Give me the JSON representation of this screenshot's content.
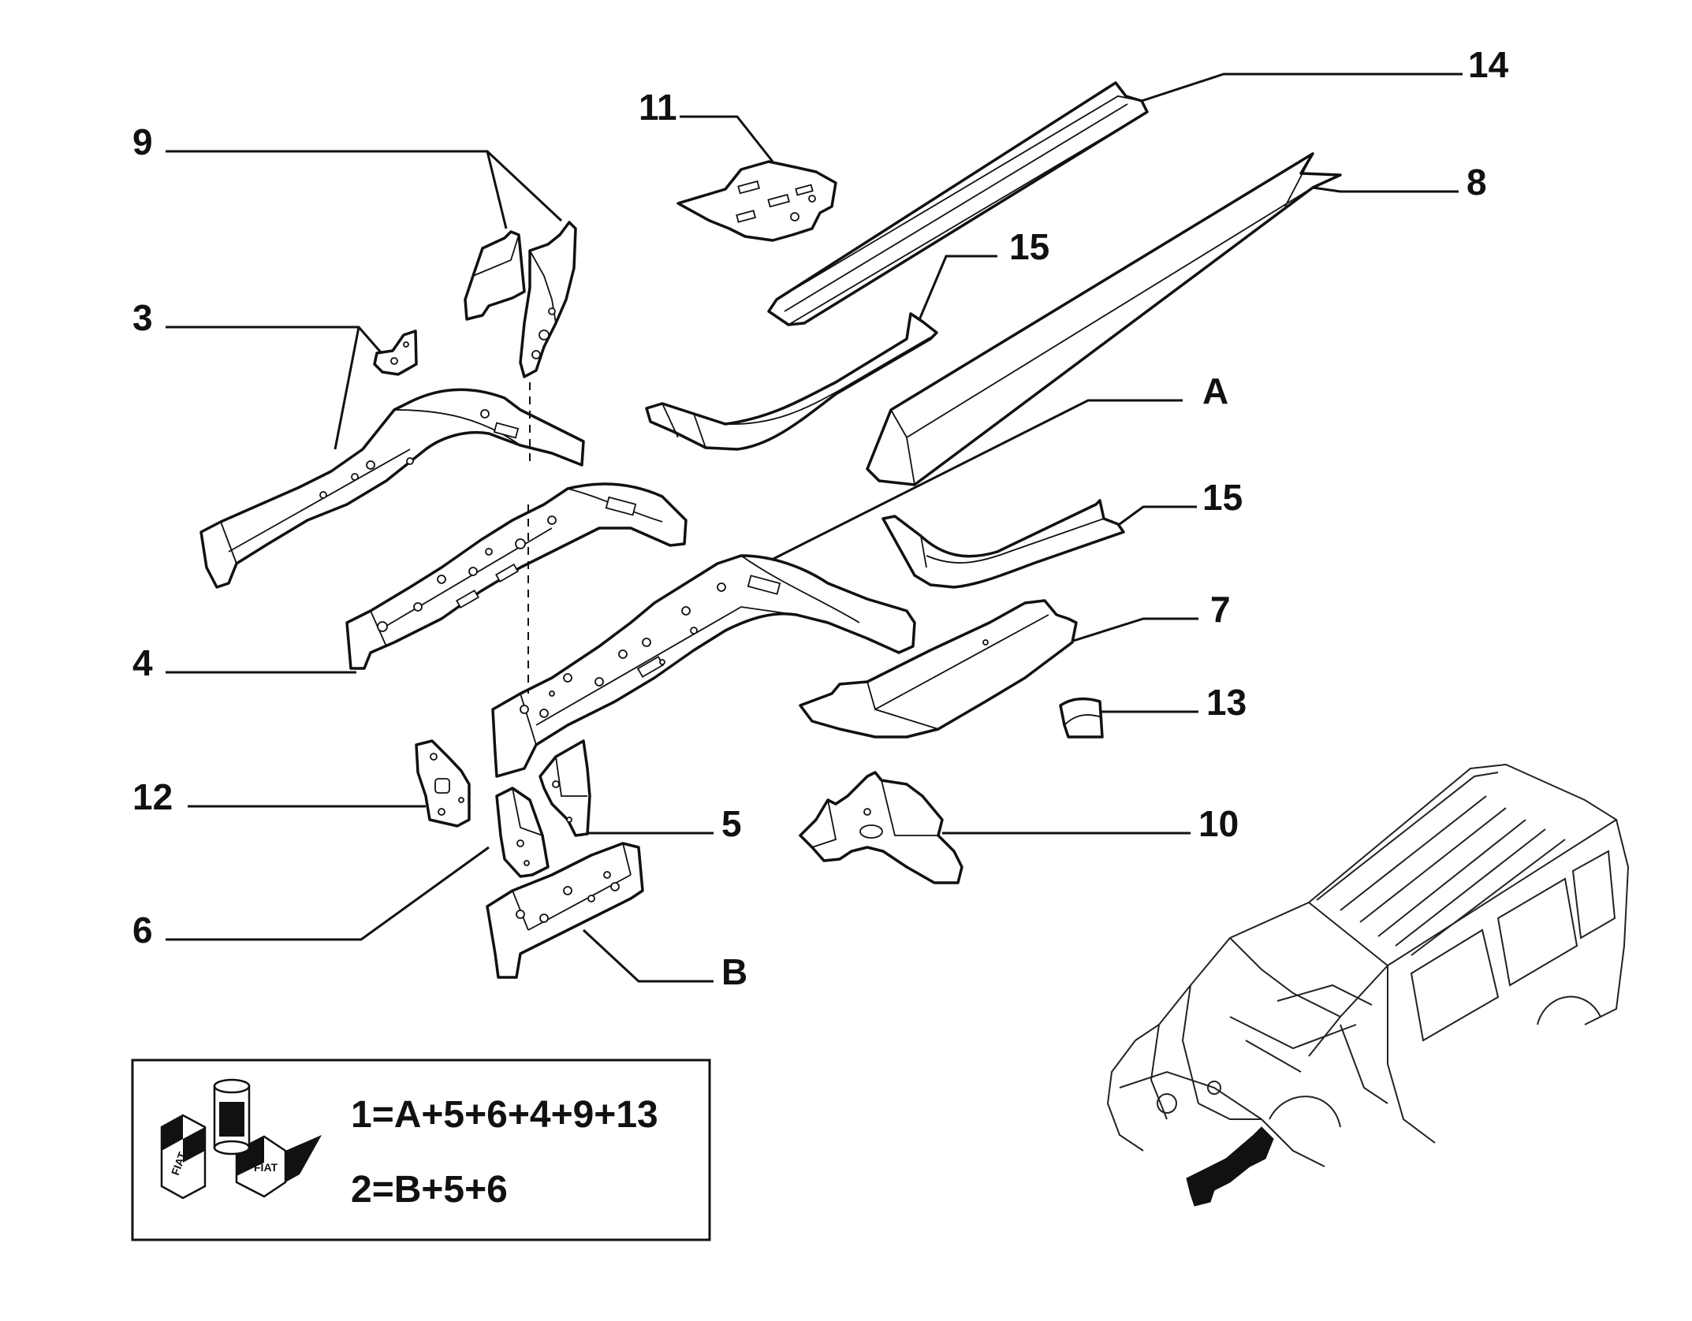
{
  "callouts": [
    {
      "id": "c14",
      "text": "14"
    },
    {
      "id": "c11",
      "text": "11"
    },
    {
      "id": "c9",
      "text": "9"
    },
    {
      "id": "c8",
      "text": "8"
    },
    {
      "id": "c15a",
      "text": "15"
    },
    {
      "id": "c3",
      "text": "3"
    },
    {
      "id": "cA",
      "text": "A"
    },
    {
      "id": "c15b",
      "text": "15"
    },
    {
      "id": "c7",
      "text": "7"
    },
    {
      "id": "c4",
      "text": "4"
    },
    {
      "id": "c13",
      "text": "13"
    },
    {
      "id": "c12",
      "text": "12"
    },
    {
      "id": "c5",
      "text": "5"
    },
    {
      "id": "c10",
      "text": "10"
    },
    {
      "id": "c6",
      "text": "6"
    },
    {
      "id": "cB",
      "text": "B"
    }
  ],
  "kit_box": {
    "line1": "1=A+5+6+4+9+13",
    "line2": "2=B+5+6",
    "logo_text": "FIAT",
    "logo_icon": "fiat-parts-kit-icon"
  },
  "vehicle_icon": "vehicle-body-shell-icon",
  "colors": {
    "ink": "#111111",
    "background": "#ffffff"
  }
}
